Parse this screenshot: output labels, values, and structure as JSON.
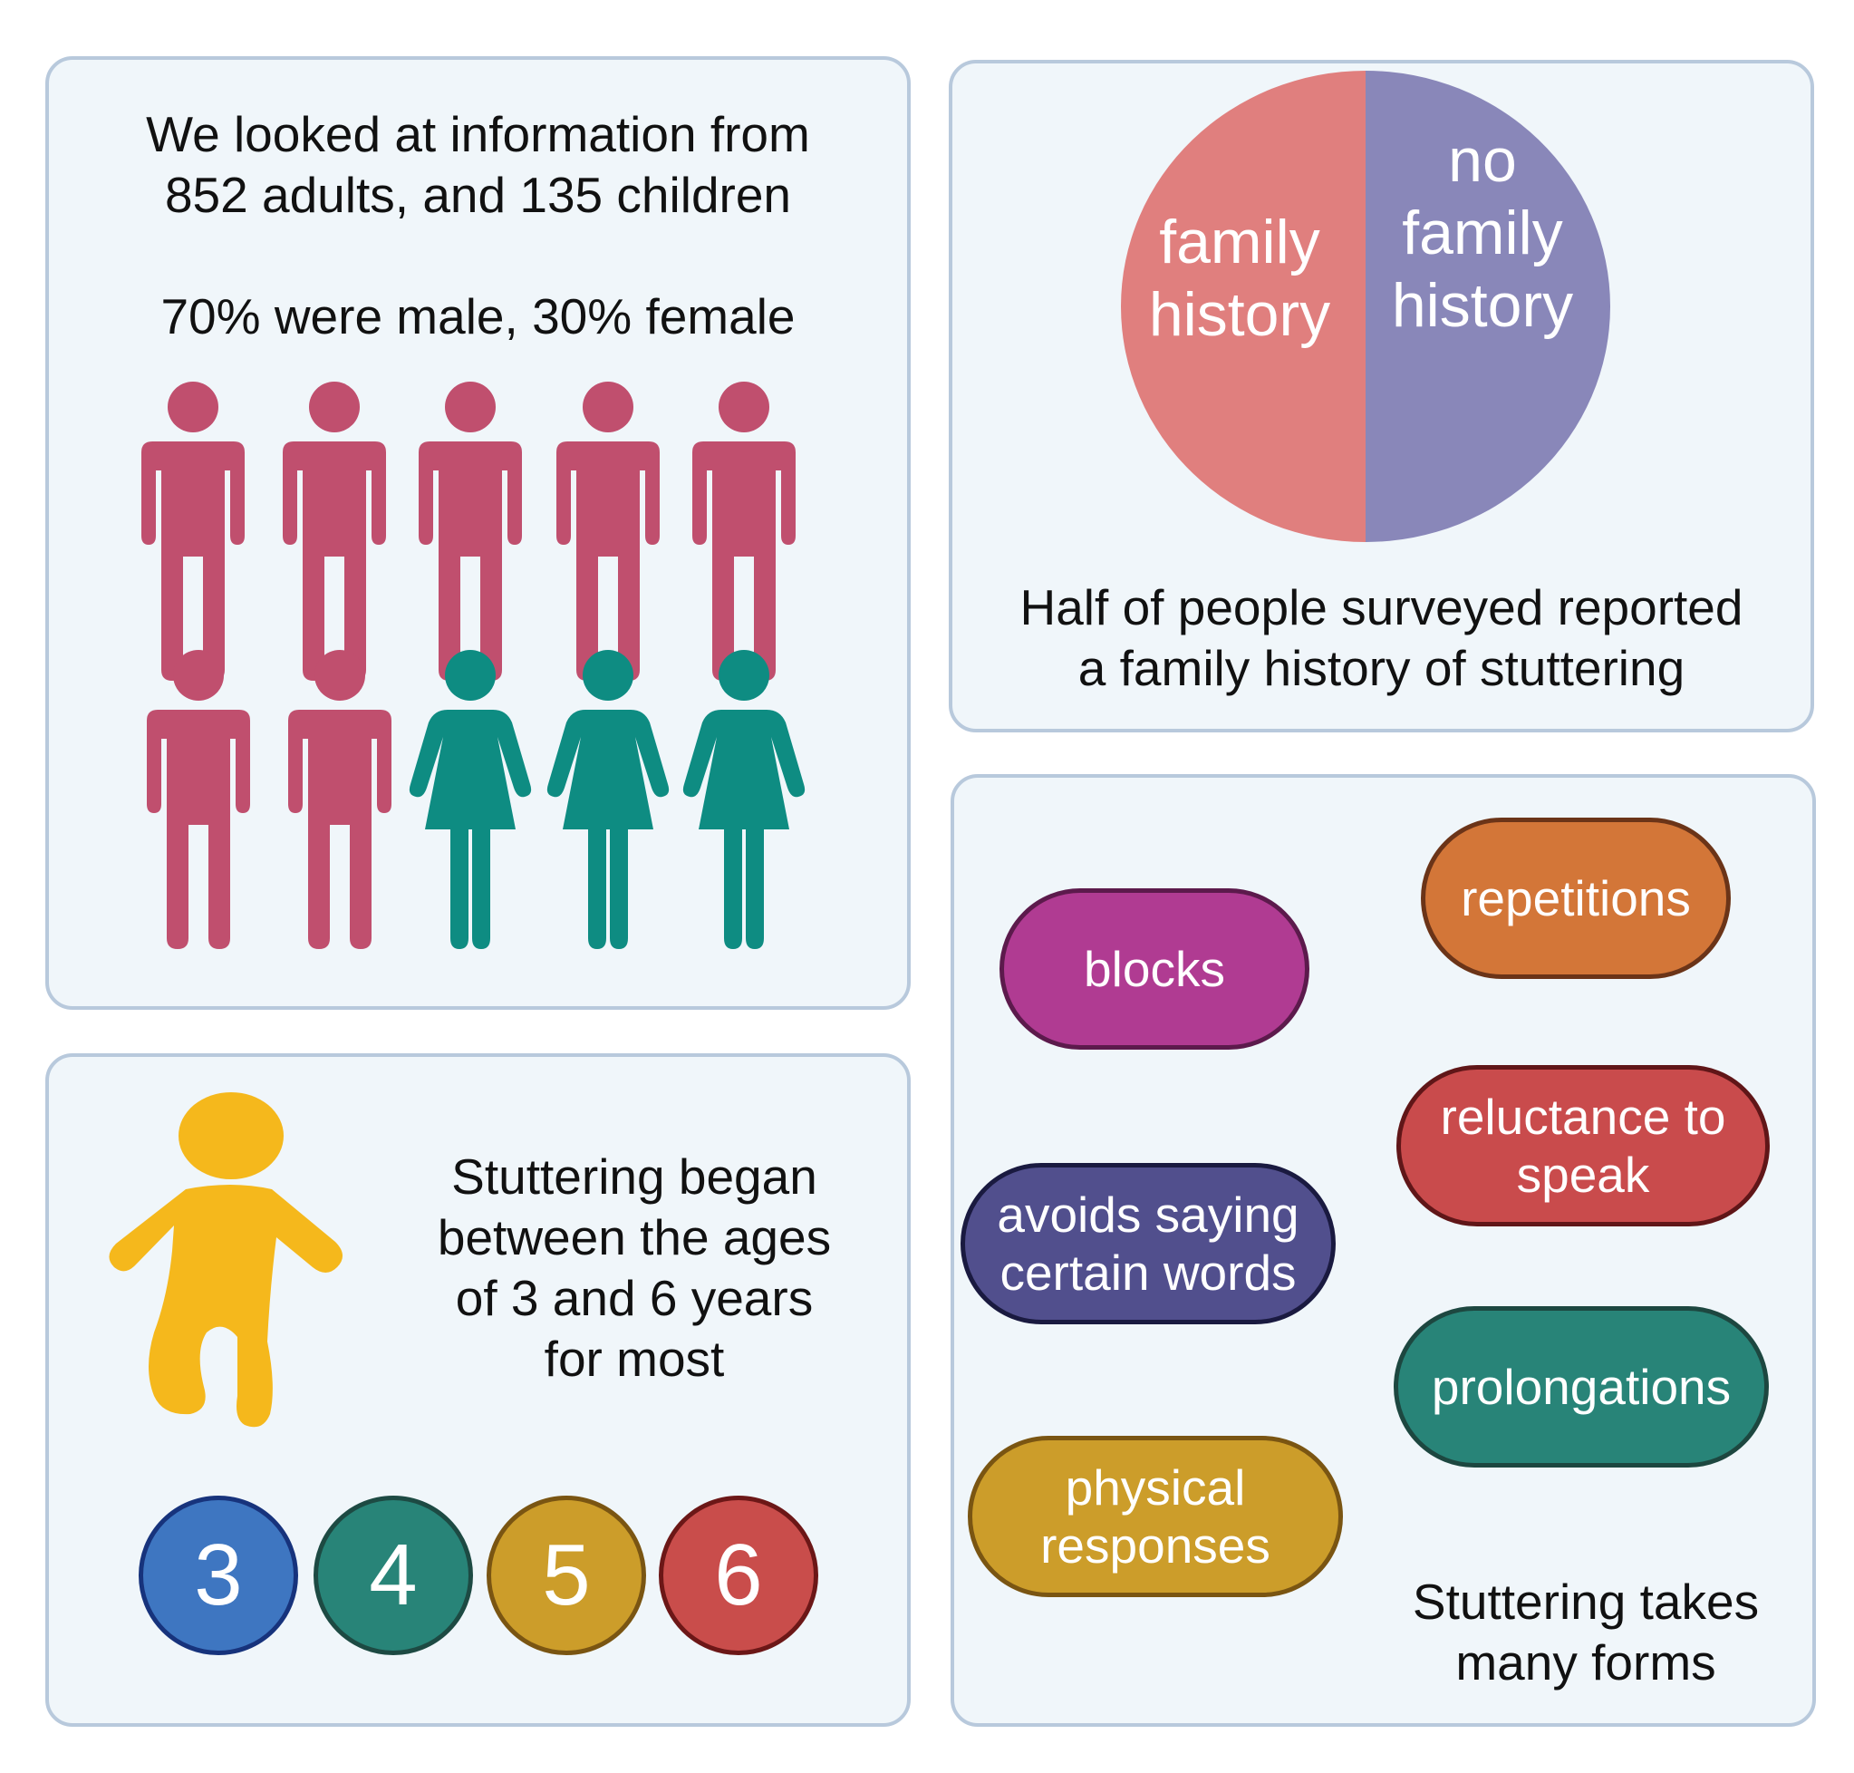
{
  "demographics": {
    "intro": "We looked at information from\n852 adults, and 135 children",
    "gender": "70% were male, 30% female",
    "male_icon": "male-person-icon",
    "female_icon": "female-person-icon",
    "male_count": 7,
    "female_count": 3,
    "male_color": "#c04f6e",
    "female_color": "#0e8c82"
  },
  "family_history": {
    "slices": [
      {
        "label": "family\nhistory",
        "value": 50,
        "color": "#e07f7e"
      },
      {
        "label": "no\nfamily\nhistory",
        "value": 50,
        "color": "#8987b9"
      }
    ],
    "caption": "Half of people surveyed reported\na family history of stuttering"
  },
  "onset": {
    "child_icon": "toddler-icon",
    "child_color": "#f5b81c",
    "text": "Stuttering began\nbetween the ages\nof 3 and 6 years\nfor most",
    "ages": [
      {
        "label": "3",
        "color": "#3e76c1",
        "border": "#17337c"
      },
      {
        "label": "4",
        "color": "#288478",
        "border": "#1d4a43"
      },
      {
        "label": "5",
        "color": "#cc9d2a",
        "border": "#7a5512"
      },
      {
        "label": "6",
        "color": "#c94d4b",
        "border": "#6c1717"
      }
    ]
  },
  "forms": {
    "caption": "Stuttering takes\nmany forms",
    "items": [
      {
        "label": "blocks",
        "color": "#b03b92",
        "border": "#5c1a4c"
      },
      {
        "label": "repetitions",
        "color": "#d37638",
        "border": "#6b3418"
      },
      {
        "label": "reluctance to\nspeak",
        "color": "#c94b4c",
        "border": "#601618"
      },
      {
        "label": "avoids saying\ncertain words",
        "color": "#514f8d",
        "border": "#1a1a40"
      },
      {
        "label": "prolongations",
        "color": "#288478",
        "border": "#1d4740"
      },
      {
        "label": "physical\nresponses",
        "color": "#cc9d2a",
        "border": "#7a5512"
      }
    ]
  }
}
